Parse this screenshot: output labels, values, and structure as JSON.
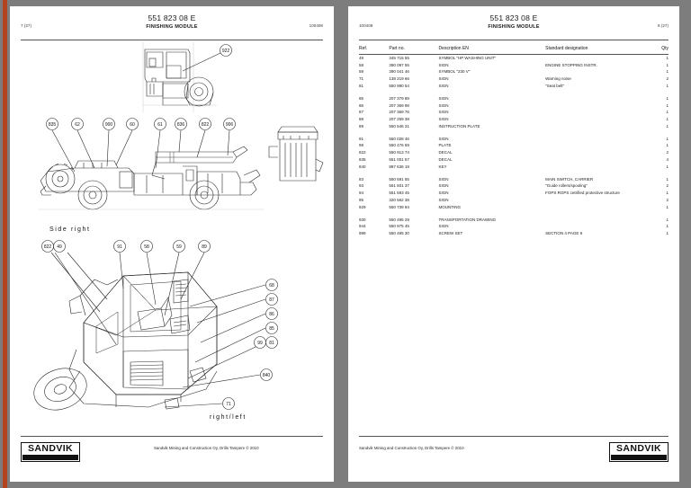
{
  "document": {
    "code": "551 823 08 E",
    "module": "FINISHING MODULE",
    "date": "100408",
    "copyright": "Sandvik Mining and Construction Oy, Drills Tampere © 2010",
    "brand": "SANDVIK"
  },
  "left_page": {
    "page_number": "7 (27)",
    "date": "100408",
    "title": "551 823 08 E",
    "subtitle": "FINISHING MODULE",
    "captions": {
      "side_right": "Side right",
      "right_left": "right/left"
    },
    "figures": [
      {
        "name": "cab-front-view",
        "callouts": [
          "922"
        ]
      },
      {
        "name": "rig-side-view",
        "callouts": [
          "835",
          "62",
          "900",
          "60",
          "61",
          "836",
          "822",
          "906"
        ]
      },
      {
        "name": "cab-isometric-view",
        "callouts": [
          "822",
          "49",
          "91",
          "58",
          "59",
          "89",
          "68",
          "87",
          "86",
          "85",
          "99",
          "81",
          "840",
          "71"
        ]
      }
    ]
  },
  "right_page": {
    "page_number": "8 (27)",
    "date": "100408",
    "title": "551 823 08 E",
    "subtitle": "FINISHING MODULE",
    "table": {
      "columns": [
        "Ref.",
        "Part no.",
        "Description EN",
        "Standard designation",
        "Qty"
      ],
      "groups": [
        {
          "rows": [
            {
              "ref": "49",
              "part": "345 715 55",
              "desc": "SYMBOL \"HP WASHING UNIT\"",
              "std": "",
              "qty": "1"
            },
            {
              "ref": "58",
              "part": "390 097 55",
              "desc": "SIGN",
              "std": "ENGINE STOPPING INSTR.",
              "qty": "1"
            },
            {
              "ref": "59",
              "part": "390 041 46",
              "desc": "SYMBOL \"230 V\"",
              "std": "",
              "qty": "1"
            },
            {
              "ref": "71",
              "part": "138 219 66",
              "desc": "SIGN",
              "std": "Warning noise",
              "qty": "2"
            },
            {
              "ref": "81",
              "part": "550 990 54",
              "desc": "SIGN",
              "std": "\"Seat belt\"",
              "qty": "1"
            }
          ]
        },
        {
          "rows": [
            {
              "ref": "85",
              "part": "207 379 88",
              "desc": "SIGN",
              "std": "",
              "qty": "1"
            },
            {
              "ref": "86",
              "part": "207 369 98",
              "desc": "SIGN",
              "std": "",
              "qty": "1"
            },
            {
              "ref": "87",
              "part": "207 369 76",
              "desc": "SIGN",
              "std": "",
              "qty": "1"
            },
            {
              "ref": "88",
              "part": "207 259 38",
              "desc": "SIGN",
              "std": "",
              "qty": "1"
            },
            {
              "ref": "89",
              "part": "550 546 31",
              "desc": "INSTRUCTION PLATE",
              "std": "",
              "qty": "1"
            }
          ]
        },
        {
          "rows": [
            {
              "ref": "91",
              "part": "550 028 46",
              "desc": "SIGN",
              "std": "",
              "qty": "1"
            },
            {
              "ref": "99",
              "part": "550 476 59",
              "desc": "PLATE",
              "std": "",
              "qty": "1"
            },
            {
              "ref": "822",
              "part": "550 913 74",
              "desc": "DECAL",
              "std": "",
              "qty": "2"
            },
            {
              "ref": "835",
              "part": "551 001 57",
              "desc": "DECAL",
              "std": "",
              "qty": "4"
            },
            {
              "ref": "840",
              "part": "887 636 19",
              "desc": "KEY",
              "std": "",
              "qty": "1"
            }
          ]
        },
        {
          "rows": [
            {
              "ref": "83",
              "part": "550 591 55",
              "desc": "SIGN",
              "std": "MAIN SWITCH, CARRIER",
              "qty": "1"
            },
            {
              "ref": "93",
              "part": "551 601 37",
              "desc": "SIGN",
              "std": "\"Guide rollers/spooling\"",
              "qty": "2"
            },
            {
              "ref": "94",
              "part": "551 593 45",
              "desc": "SIGN",
              "std": "FOPS ROPS cetrified protective structure",
              "qty": "1"
            },
            {
              "ref": "95",
              "part": "320 562 38",
              "desc": "SIGN",
              "std": "",
              "qty": "2"
            },
            {
              "ref": "929",
              "part": "550 739 94",
              "desc": "MOUNTING",
              "std": "",
              "qty": "1"
            }
          ]
        },
        {
          "rows": [
            {
              "ref": "930",
              "part": "550 495 29",
              "desc": "TRANSPORTATION DRAWING",
              "std": "",
              "qty": "1"
            },
            {
              "ref": "944",
              "part": "550 975 45",
              "desc": "SIGN",
              "std": "",
              "qty": "1"
            },
            {
              "ref": "999",
              "part": "550 495 30",
              "desc": "SCREW SET",
              "std": "SECTION 4 PAGE 9",
              "qty": "1"
            }
          ]
        }
      ]
    }
  }
}
